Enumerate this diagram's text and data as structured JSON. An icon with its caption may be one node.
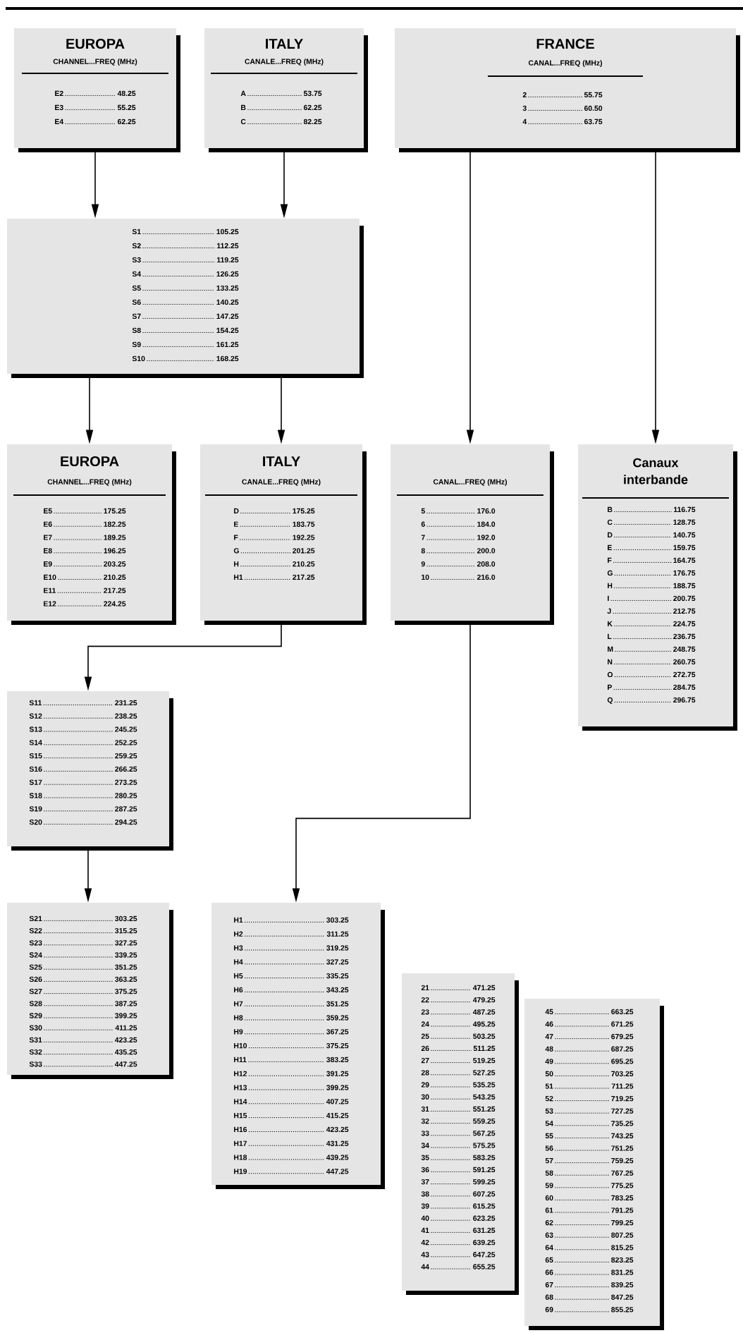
{
  "diagram": {
    "nodes": [
      {
        "text": [
          "EUROPA",
          "CHANNEL...FREQ (MHz)",
          "E2",
          "48.25",
          "E3",
          "55.25",
          "E4",
          "62.25"
        ]
      },
      {
        "text": [
          "ITALY",
          "CANALE...FREQ (MHz)",
          "A",
          "53.75",
          "B",
          "62.25",
          "C",
          "82.25"
        ]
      },
      {
        "text": [
          "FRANCE",
          "CANAL...FREQ (MHz)",
          "2",
          "55.75",
          "3",
          "60.50",
          "4",
          "63.75"
        ]
      },
      {
        "text": [
          "S1",
          "105.25",
          "S2",
          "112.25",
          "S3",
          "119.25",
          "S4",
          "126.25",
          "S5",
          "133.25",
          "S6",
          "140.25",
          "S7",
          "147.25",
          "S8",
          "154.25",
          "S9",
          "161.25",
          "S10",
          "168.25"
        ]
      },
      {
        "text": [
          "EUROPA",
          "CHANNEL...FREQ (MHz)",
          "E5",
          "175.25",
          "E6",
          "182.25",
          "E7",
          "189.25",
          "E8",
          "196.25",
          "E9",
          "203.25",
          "E10",
          "210.25",
          "E11",
          "217.25",
          "E12",
          "224.25"
        ]
      },
      {
        "text": [
          "ITALY",
          "CANALE...FREQ (MHz)",
          "D",
          "175.25",
          "E",
          "183.75",
          "F",
          "192.25",
          "G",
          "201.25",
          "H",
          "210.25",
          "H1",
          "217.25"
        ]
      },
      {
        "text": [
          "CANAL...FREQ (MHz)",
          "5",
          "176.0",
          "6",
          "184.0",
          "7",
          "192.0",
          "8",
          "200.0",
          "9",
          "208.0",
          "10",
          "216.0"
        ]
      },
      {
        "text": [
          "Canaux interbande",
          "B",
          "116.75",
          "C",
          "128.75",
          "D",
          "140.75",
          "E",
          "159.75",
          "F",
          "164.75",
          "G",
          "176.75",
          "H",
          "188.75",
          "I",
          "200.75",
          "J",
          "212.75",
          "K",
          "224.75",
          "L",
          "236.75",
          "M",
          "248.75",
          "N",
          "260.75",
          "O",
          "272.75",
          "P",
          "284.75",
          "Q",
          "296.75"
        ]
      },
      {
        "text": [
          "S11",
          "231.25",
          "S12",
          "238.25",
          "S13",
          "245.25",
          "S14",
          "252.25",
          "S15",
          "259.25",
          "S16",
          "266.25",
          "S17",
          "273.25",
          "S18",
          "280.25",
          "S19",
          "287.25",
          "S20",
          "294.25"
        ]
      },
      {
        "text": [
          "S21",
          "303.25",
          "S22",
          "315.25",
          "S23",
          "327.25",
          "S24",
          "339.25",
          "S25",
          "351.25",
          "S26",
          "363.25",
          "S27",
          "375.25",
          "S28",
          "387.25",
          "S29",
          "399.25",
          "S30",
          "411.25",
          "S31",
          "423.25",
          "S32",
          "435.25",
          "S33",
          "447.25"
        ]
      },
      {
        "text": [
          "H1",
          "303.25",
          "H2",
          "311.25",
          "H3",
          "319.25",
          "H4",
          "327.25",
          "H5",
          "335.25",
          "H6",
          "343.25",
          "H7",
          "351.25",
          "H8",
          "359.25",
          "H9",
          "367.25",
          "H10",
          "375.25",
          "H11",
          "383.25",
          "H12",
          "391.25",
          "H13",
          "399.25",
          "H14",
          "407.25",
          "H15",
          "415.25",
          "H16",
          "423.25",
          "H17",
          "431.25",
          "H18",
          "439.25",
          "H19",
          "447.25"
        ]
      },
      {
        "text": [
          "21",
          "471.25",
          "22",
          "479.25",
          "23",
          "487.25",
          "24",
          "495.25",
          "25",
          "503.25",
          "26",
          "511.25",
          "27",
          "519.25",
          "28",
          "527.25",
          "29",
          "535.25",
          "30",
          "543.25",
          "31",
          "551.25",
          "32",
          "559.25",
          "33",
          "567.25",
          "34",
          "575.25",
          "35",
          "583.25",
          "36",
          "591.25",
          "37",
          "599.25",
          "38",
          "607.25",
          "39",
          "615.25",
          "40",
          "623.25",
          "41",
          "631.25",
          "42",
          "639.25",
          "43",
          "647.25",
          "44",
          "655.25"
        ]
      },
      {
        "text": [
          "45",
          "663.25",
          "46",
          "671.25",
          "47",
          "679.25",
          "48",
          "687.25",
          "49",
          "695.25",
          "50",
          "703.25",
          "51",
          "711.25",
          "52",
          "719.25",
          "53",
          "727.25",
          "54",
          "735.25",
          "55",
          "743.25",
          "56",
          "751.25",
          "57",
          "759.25",
          "58",
          "767.25",
          "59",
          "775.25",
          "60",
          "783.25",
          "61",
          "791.25",
          "62",
          "799.25",
          "63",
          "807.25",
          "64",
          "815.25",
          "65",
          "823.25",
          "66",
          "831.25",
          "67",
          "839.25",
          "68",
          "847.25",
          "69",
          "855.25"
        ]
      }
    ],
    "edges": [
      {
        "from": 0,
        "to": 3,
        "arrow": "to"
      },
      {
        "from": 1,
        "to": 3,
        "arrow": "to"
      },
      {
        "from": 2,
        "to": 6,
        "arrow": "to"
      },
      {
        "from": 2,
        "to": 7,
        "arrow": "to"
      },
      {
        "from": 3,
        "to": 4,
        "arrow": "to"
      },
      {
        "from": 3,
        "to": 5,
        "arrow": "to"
      },
      {
        "from": 5,
        "to": 8,
        "arrow": "to"
      },
      {
        "from": 8,
        "to": 9,
        "arrow": "to"
      },
      {
        "from": 6,
        "to": 10,
        "arrow": "to"
      }
    ]
  }
}
